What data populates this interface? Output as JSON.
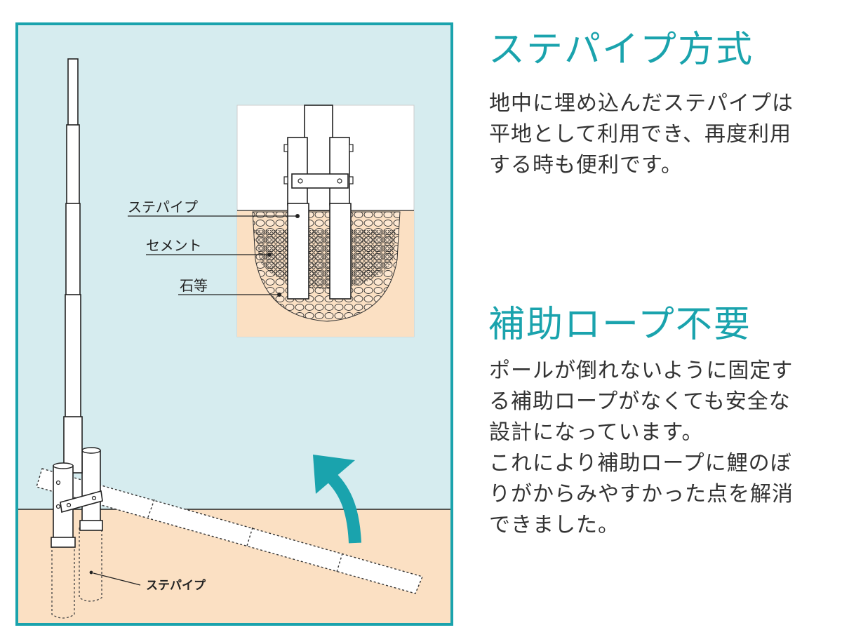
{
  "colors": {
    "accent": "#1aa3ad",
    "frame": "#1aa3ad",
    "sky": "#d6ecef",
    "ground": "#fbe0c3",
    "line": "#222222"
  },
  "sections": [
    {
      "title": "ステパイプ方式",
      "lines": [
        "地中に埋め込んだステパイプは",
        "平地として利用でき、再度利用",
        "する時も便利です。"
      ]
    },
    {
      "title": "補助ロープ不要",
      "lines": [
        "ポールが倒れないように固定す",
        "る補助ロープがなくても安全な",
        "設計になっています。",
        "これにより補助ロープに鯉のぼ",
        "りがからみやすかった点を解消",
        "できました。"
      ]
    }
  ],
  "diagram": {
    "inset_labels": [
      "ステパイプ",
      "セメント",
      "石等"
    ],
    "ground_label": "ステパイプ",
    "arrow": "curved-up-arrow-icon"
  }
}
